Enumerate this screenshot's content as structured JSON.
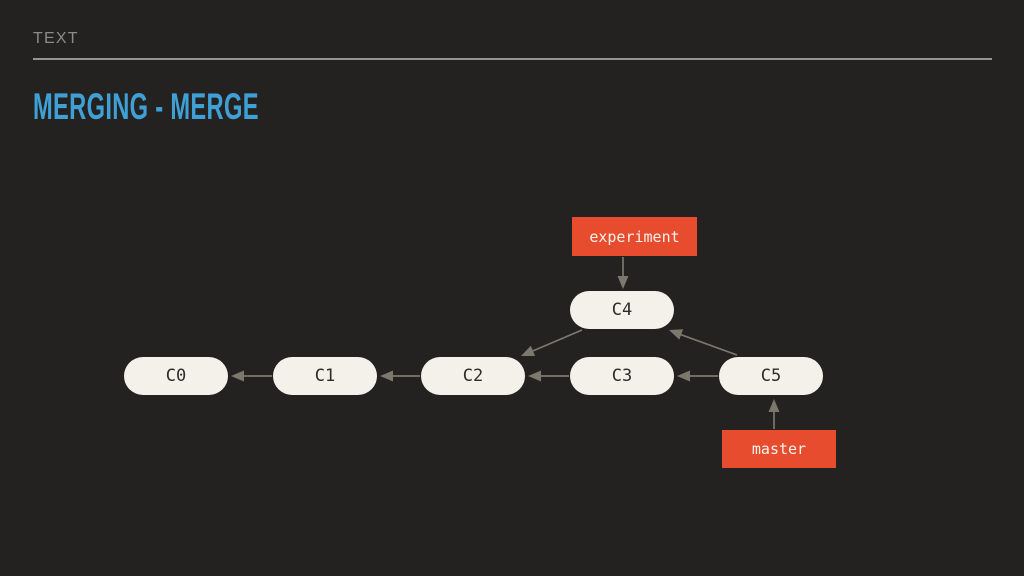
{
  "slide": {
    "eyebrow": "TEXT",
    "title": "MERGING - MERGE"
  },
  "diagram": {
    "commits": [
      {
        "id": "C0",
        "label": "C0"
      },
      {
        "id": "C1",
        "label": "C1"
      },
      {
        "id": "C2",
        "label": "C2"
      },
      {
        "id": "C3",
        "label": "C3"
      },
      {
        "id": "C4",
        "label": "C4"
      },
      {
        "id": "C5",
        "label": "C5"
      }
    ],
    "branches": [
      {
        "label": "experiment",
        "points_to": "C4"
      },
      {
        "label": "master",
        "points_to": "C5"
      }
    ],
    "edges": [
      {
        "from": "C1",
        "to": "C0"
      },
      {
        "from": "C2",
        "to": "C1"
      },
      {
        "from": "C3",
        "to": "C2"
      },
      {
        "from": "C4",
        "to": "C2"
      },
      {
        "from": "C5",
        "to": "C3"
      },
      {
        "from": "C5",
        "to": "C4"
      },
      {
        "from": "experiment",
        "to": "C4"
      },
      {
        "from": "master",
        "to": "C5"
      }
    ]
  },
  "colors": {
    "background": "#242221",
    "title_accent": "#3fa0d6",
    "eyebrow_text": "#8b8b8b",
    "divider": "#96948e",
    "commit_fill": "#f3f1ea",
    "commit_text": "#2f2d29",
    "branch_fill": "#e84c2e",
    "branch_text": "#f5f2ec",
    "arrow": "#7b786d"
  }
}
